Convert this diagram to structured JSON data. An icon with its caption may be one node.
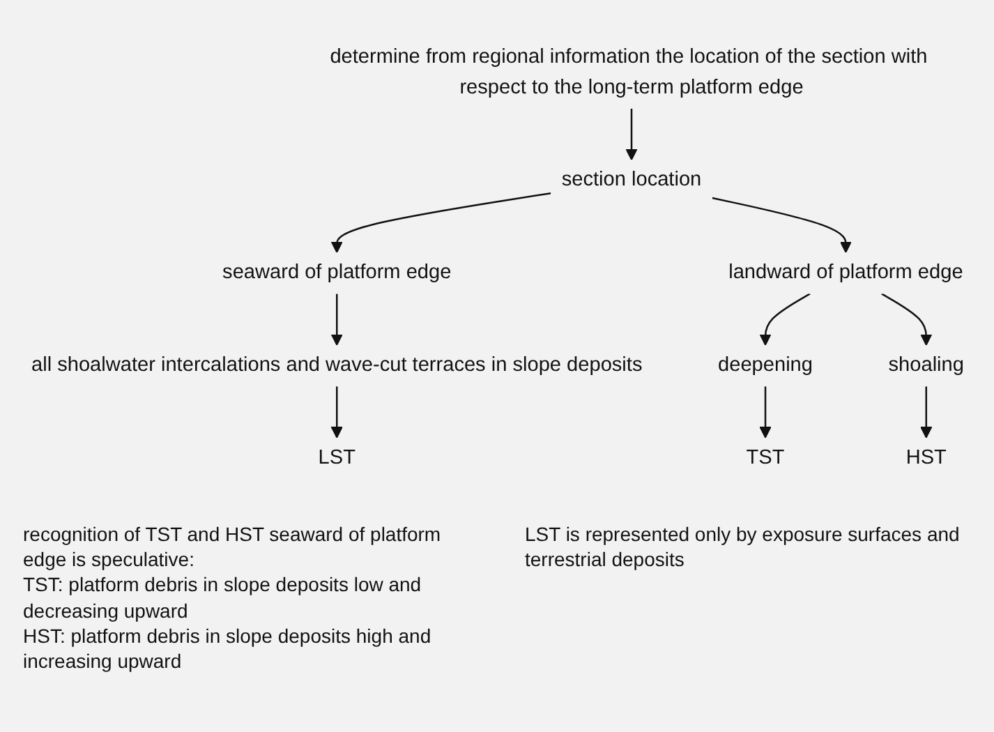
{
  "diagram": {
    "nodes": [
      {
        "text": [
          "determine from regional information the location of the section with respect to the long-term platform edge"
        ]
      },
      {
        "text": [
          "section location"
        ]
      },
      {
        "text": [
          "seaward of platform edge"
        ]
      },
      {
        "text": [
          "landward of platform edge"
        ]
      },
      {
        "text": [
          "all shoalwater intercalations and wave-cut terraces in slope deposits"
        ]
      },
      {
        "text": [
          "deepening"
        ]
      },
      {
        "text": [
          "shoaling"
        ]
      },
      {
        "text": [
          "LST"
        ]
      },
      {
        "text": [
          "TST"
        ]
      },
      {
        "text": [
          "HST"
        ]
      }
    ],
    "edges": [
      {
        "from": 0,
        "to": 1,
        "arrow": "to"
      },
      {
        "from": 1,
        "to": 2,
        "arrow": "to"
      },
      {
        "from": 1,
        "to": 3,
        "arrow": "to"
      },
      {
        "from": 2,
        "to": 4,
        "arrow": "to"
      },
      {
        "from": 3,
        "to": 5,
        "arrow": "to"
      },
      {
        "from": 3,
        "to": 6,
        "arrow": "to"
      },
      {
        "from": 4,
        "to": 7,
        "arrow": "to"
      },
      {
        "from": 5,
        "to": 8,
        "arrow": "to"
      },
      {
        "from": 6,
        "to": 9,
        "arrow": "to"
      }
    ],
    "labels": [
      "recognition of TST and HST seaward of platform edge is speculative:",
      "TST: platform debris in slope deposits low and decreasing upward",
      "HST: platform debris in slope deposits high and increasing upward",
      "LST is represented only by exposure surfaces and terrestrial deposits"
    ]
  }
}
